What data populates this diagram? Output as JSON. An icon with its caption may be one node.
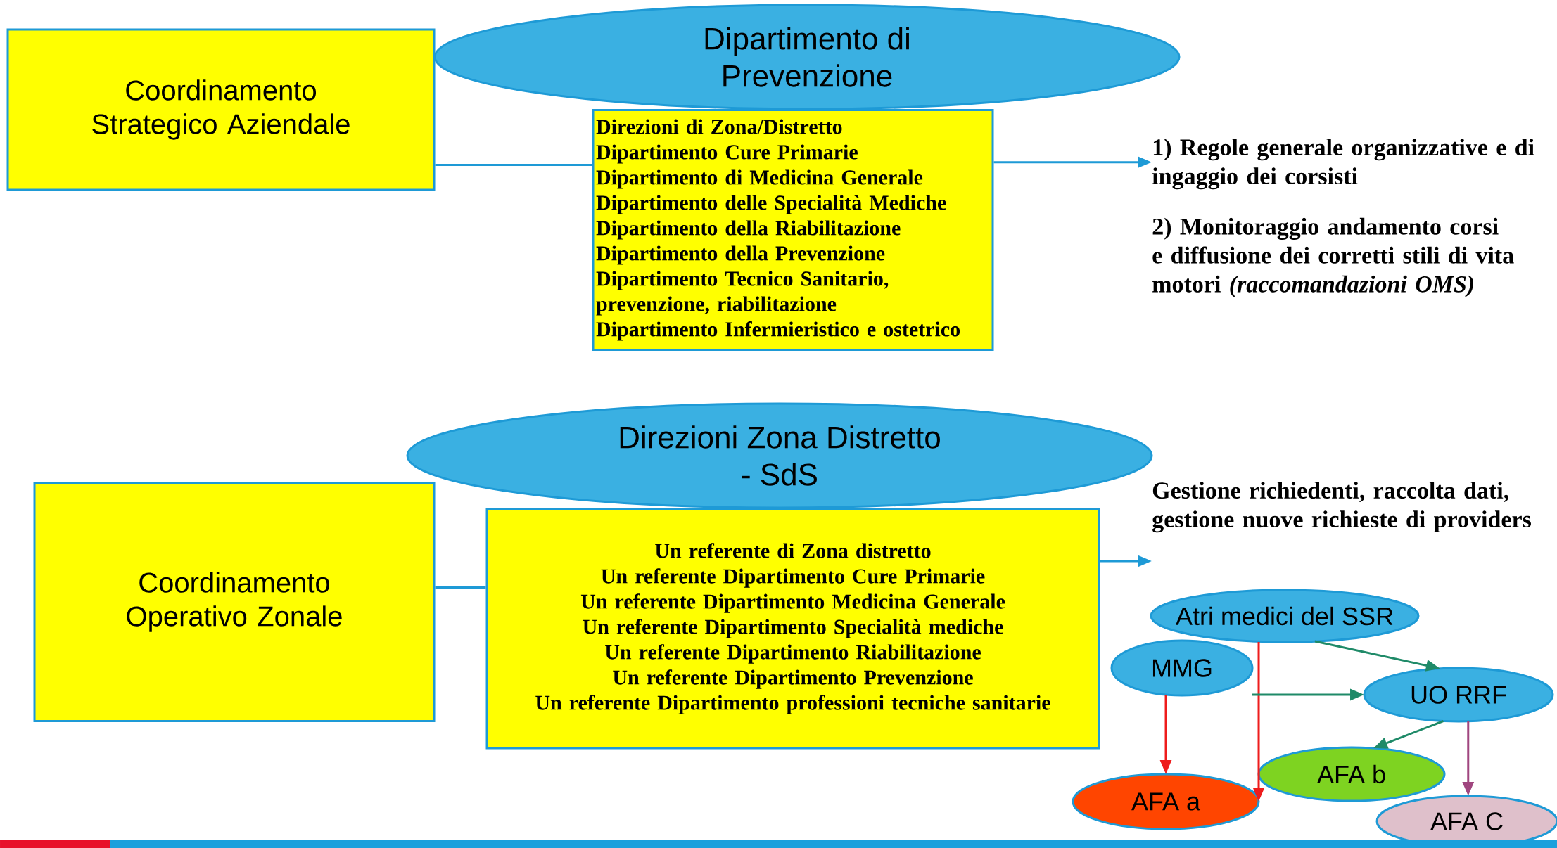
{
  "diagram": {
    "nodes": [
      {
        "text": [
          "Coordinamento Strategico Aziendale"
        ]
      },
      {
        "text": [
          "Dipartimento di Prevenzione"
        ]
      },
      {
        "text": [
          "Direzioni di Zona/Distretto",
          "Dipartimento Cure Primarie",
          "Dipartimento di Medicina Generale",
          "Dipartimento delle Specialità Mediche",
          "Dipartimento della Riabilitazione",
          "Dipartimento della Prevenzione",
          "Dipartimento Tecnico Sanitario, prevenzione, riabilitazione",
          "Dipartimento Infermieristico e ostetrico"
        ]
      },
      {
        "text": [
          "1) Regole generale organizzative e di ingaggio dei corsisti",
          "2) Monitoraggio andamento corsi e diffusione dei corretti stili di vita motori *(raccomandazioni OMS)*"
        ]
      },
      {
        "text": [
          "Coordinamento Operativo Zonale"
        ]
      },
      {
        "text": [
          "Direzioni Zona Distretto - SdS"
        ]
      },
      {
        "text": [
          "Un referente di Zona distretto",
          "Un referente Dipartimento Cure Primarie",
          "Un referente Dipartimento Medicina Generale",
          "Un referente Dipartimento Specialità mediche",
          "Un referente Dipartimento Riabilitazione",
          "Un referente Dipartimento Prevenzione",
          "Un referente Dipartimento professioni tecniche sanitarie"
        ]
      },
      {
        "text": [
          "Gestione richiedenti, raccolta dati, gestione nuove richieste di providers"
        ]
      },
      {
        "text": [
          "Atri medici del SSR"
        ]
      },
      {
        "text": [
          "MMG"
        ]
      },
      {
        "text": [
          "UO RRF"
        ]
      },
      {
        "text": [
          "AFA b"
        ]
      },
      {
        "text": [
          "AFA a"
        ]
      },
      {
        "text": [
          "AFA C"
        ]
      }
    ],
    "edges": [
      {
        "from": 0,
        "to": 2,
        "arrow": "none"
      },
      {
        "from": 2,
        "to": 3,
        "arrow": "to"
      },
      {
        "from": 4,
        "to": 6,
        "arrow": "none"
      },
      {
        "from": 6,
        "to": 7,
        "arrow": "to"
      },
      {
        "from": 8,
        "to": 12,
        "arrow": "to",
        "color": "#ee1c1c"
      },
      {
        "from": 9,
        "to": 12,
        "arrow": "to",
        "color": "#ee1c1c"
      },
      {
        "from": 9,
        "to": 10,
        "arrow": "to",
        "color": "#1f8a68"
      },
      {
        "from": 8,
        "to": 10,
        "arrow": "to",
        "color": "#1f8a68"
      },
      {
        "from": 10,
        "to": 11,
        "arrow": "to",
        "color": "#1f8a68"
      },
      {
        "from": 10,
        "to": 13,
        "arrow": "to",
        "color": "#a0467f"
      }
    ]
  }
}
